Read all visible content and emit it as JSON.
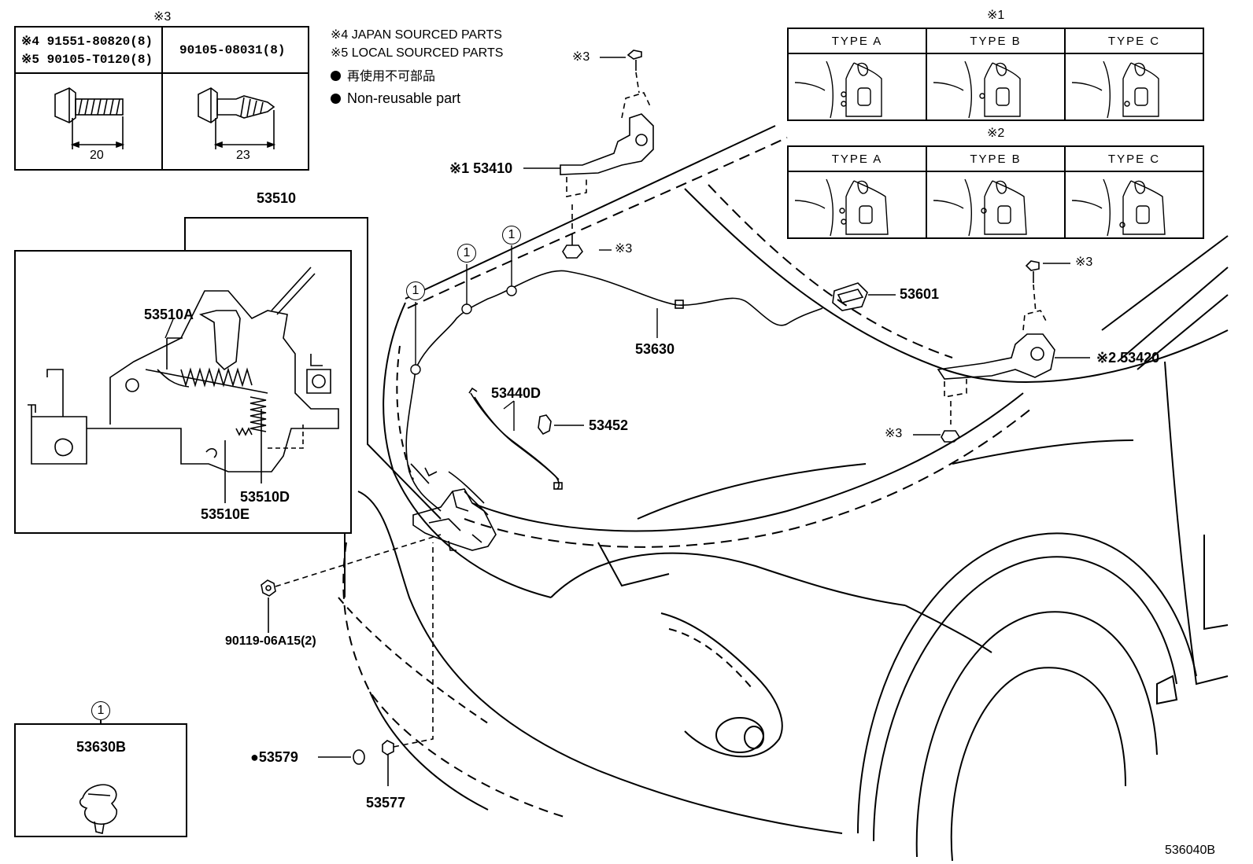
{
  "notes": {
    "note4": "※4 JAPAN SOURCED PARTS",
    "note5": "※5 LOCAL SOURCED PARTS",
    "nonreusable_jp": "再使用不可部品",
    "nonreusable_en": "Non-reusable part"
  },
  "bolt_table": {
    "ref": "※3",
    "left_line1": "※4 91551-80820(8)",
    "left_line2": "※5 90105-T0120(8)",
    "right_line1": "90105-08031(8)",
    "left_dim": "20",
    "right_dim": "23"
  },
  "type_table_1": {
    "ref": "※1",
    "headers": [
      "TYPE  A",
      "TYPE  B",
      "TYPE  C"
    ]
  },
  "type_table_2": {
    "ref": "※2",
    "headers": [
      "TYPE  A",
      "TYPE  B",
      "TYPE  C"
    ]
  },
  "inset_latch": {
    "title": "53510",
    "parts": [
      "53510A",
      "53510D",
      "53510E"
    ]
  },
  "clip_box": {
    "ref": "1",
    "part": "53630B"
  },
  "parts": {
    "hinge_left": "※1 53410",
    "hinge_right": "※2 53420",
    "cable": "53630",
    "handle": "53601",
    "wire": "53440D",
    "clip": "53452",
    "bolt": "90119-06A15(2)",
    "cushion": "53579",
    "cushion_bullet": "●",
    "stopper": "53577",
    "ref3_a": "※3",
    "ref3_b": "※3",
    "ref3_c": "※3",
    "ref3_d": "※3",
    "circle_ref": "1"
  },
  "figure_code": "536040B"
}
